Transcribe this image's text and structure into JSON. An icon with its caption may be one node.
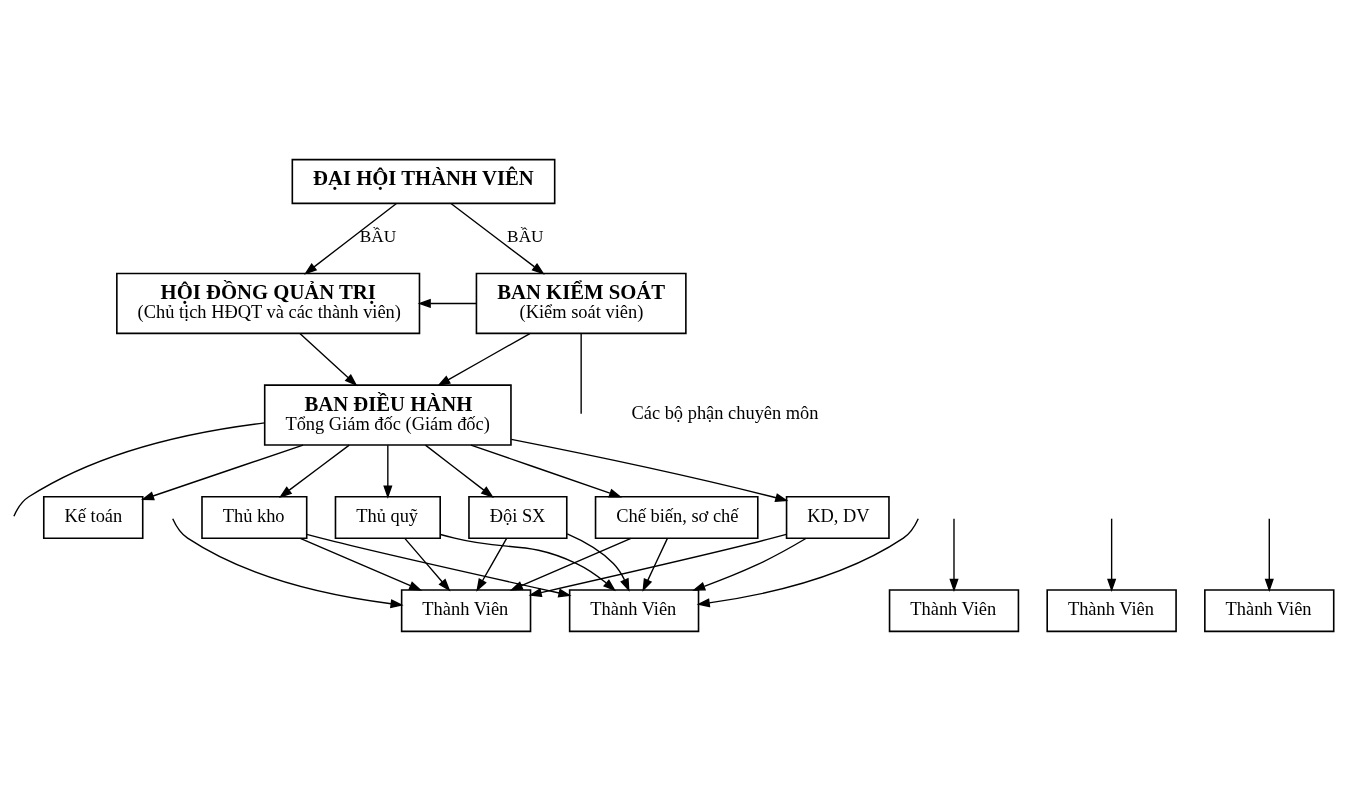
{
  "diagram": {
    "nodes": [
      {
        "text": [
          "ĐẠI HỘI THÀNH VIÊN"
        ]
      },
      {
        "text": [
          "HỘI ĐỒNG QUẢN TRỊ",
          "(Chủ tịch HĐQT và các thành viên)"
        ]
      },
      {
        "text": [
          "BAN KIỂM SOÁT",
          "(Kiểm soát viên)"
        ]
      },
      {
        "text": [
          "BAN ĐIỀU HÀNH",
          "Tổng Giám đốc (Giám đốc)"
        ]
      },
      {
        "text": [
          "Kế toán"
        ]
      },
      {
        "text": [
          "Thủ kho"
        ]
      },
      {
        "text": [
          "Thủ quỹ"
        ]
      },
      {
        "text": [
          "Đội SX"
        ]
      },
      {
        "text": [
          "Chế biến, sơ chế"
        ]
      },
      {
        "text": [
          "KD, DV"
        ]
      },
      {
        "text": [
          "Thành Viên"
        ]
      },
      {
        "text": [
          "Thành Viên"
        ]
      },
      {
        "text": [
          "Thành Viên"
        ]
      },
      {
        "text": [
          "Thành Viên"
        ]
      },
      {
        "text": [
          "Thành Viên"
        ]
      }
    ],
    "edges": [
      {
        "from": 0,
        "to": 1,
        "arrow": "to",
        "label": "BẦU"
      },
      {
        "from": 0,
        "to": 2,
        "arrow": "to",
        "label": "BẦU"
      },
      {
        "from": 2,
        "to": 1,
        "arrow": "to"
      },
      {
        "from": 1,
        "to": 3,
        "arrow": "to"
      },
      {
        "from": 2,
        "to": 3,
        "arrow": "to"
      },
      {
        "from": 2,
        "to": null,
        "arrow": "none"
      },
      {
        "from": 3,
        "to": null,
        "arrow": "none"
      },
      {
        "from": 3,
        "to": 4,
        "arrow": "to"
      },
      {
        "from": 3,
        "to": 5,
        "arrow": "to"
      },
      {
        "from": 3,
        "to": 6,
        "arrow": "to"
      },
      {
        "from": 3,
        "to": 7,
        "arrow": "to"
      },
      {
        "from": 3,
        "to": 8,
        "arrow": "to"
      },
      {
        "from": 3,
        "to": 9,
        "arrow": "to"
      },
      {
        "from": 5,
        "to": 10,
        "arrow": "to"
      },
      {
        "from": 5,
        "to": 14,
        "arrow": "to"
      },
      {
        "from": 6,
        "to": 10,
        "arrow": "to"
      },
      {
        "from": 6,
        "to": 14,
        "arrow": "to"
      },
      {
        "from": 7,
        "to": 10,
        "arrow": "to"
      },
      {
        "from": 7,
        "to": 14,
        "arrow": "to"
      },
      {
        "from": 8,
        "to": 10,
        "arrow": "to"
      },
      {
        "from": 8,
        "to": 14,
        "arrow": "to"
      },
      {
        "from": 9,
        "to": 10,
        "arrow": "to"
      },
      {
        "from": 9,
        "to": 14,
        "arrow": "to"
      },
      {
        "from": null,
        "to": 10,
        "arrow": "to"
      },
      {
        "from": null,
        "to": 11,
        "arrow": "to"
      },
      {
        "from": null,
        "to": 12,
        "arrow": "to"
      },
      {
        "from": null,
        "to": 13,
        "arrow": "to"
      },
      {
        "from": null,
        "to": 14,
        "arrow": "to"
      }
    ],
    "labels": [
      "Các bộ phận chuyên môn"
    ]
  }
}
